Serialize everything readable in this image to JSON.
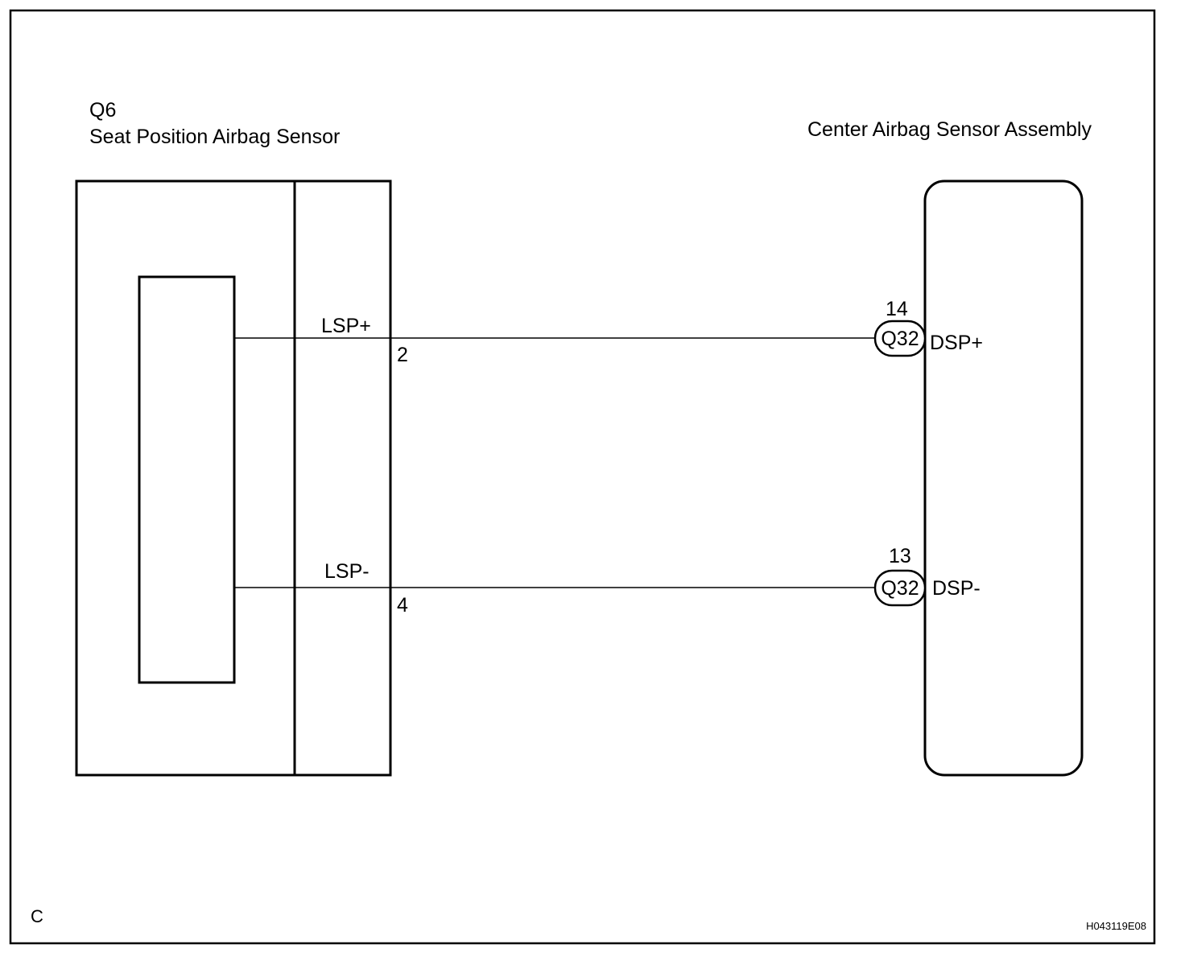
{
  "left_component": {
    "code": "Q6",
    "name": "Seat Position Airbag Sensor"
  },
  "right_component": {
    "name": "Center Airbag Sensor Assembly"
  },
  "wires": [
    {
      "left_terminal_name": "LSP+",
      "left_pin": "2",
      "right_pin": "14",
      "connector": "Q32",
      "right_terminal_name": "DSP+"
    },
    {
      "left_terminal_name": "LSP-",
      "left_pin": "4",
      "right_pin": "13",
      "connector": "Q32",
      "right_terminal_name": "DSP-"
    }
  ],
  "corner_letter": "C",
  "figure_code": "H043119E08"
}
